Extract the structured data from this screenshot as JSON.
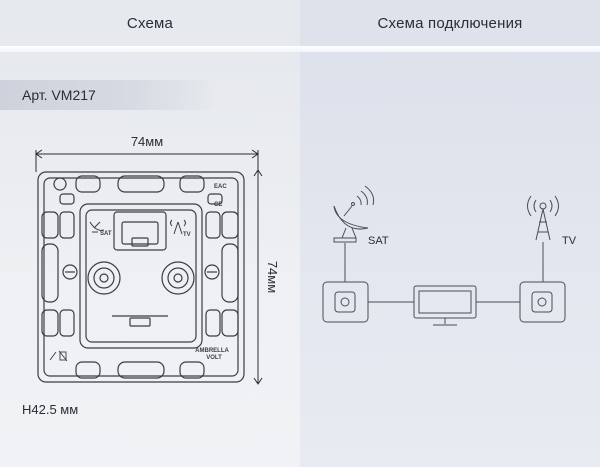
{
  "header": {
    "left_title": "Схема",
    "right_title": "Схема подключения"
  },
  "article": {
    "label": "Арт. VM217"
  },
  "dimensions": {
    "width": "74мм",
    "height": "74мм",
    "depth": "H42.5 мм"
  },
  "device": {
    "sat_label": "SAT",
    "tv_label": "TV",
    "brand_line1": "AMBRELLA",
    "brand_line2": "VOLT",
    "ce_mark": "CE",
    "eac_mark": "EAC"
  },
  "connection": {
    "sat_label": "SAT",
    "tv_label": "TV"
  },
  "colors": {
    "line": "#3a3d44",
    "accent_bg": "#cdd2dc"
  }
}
